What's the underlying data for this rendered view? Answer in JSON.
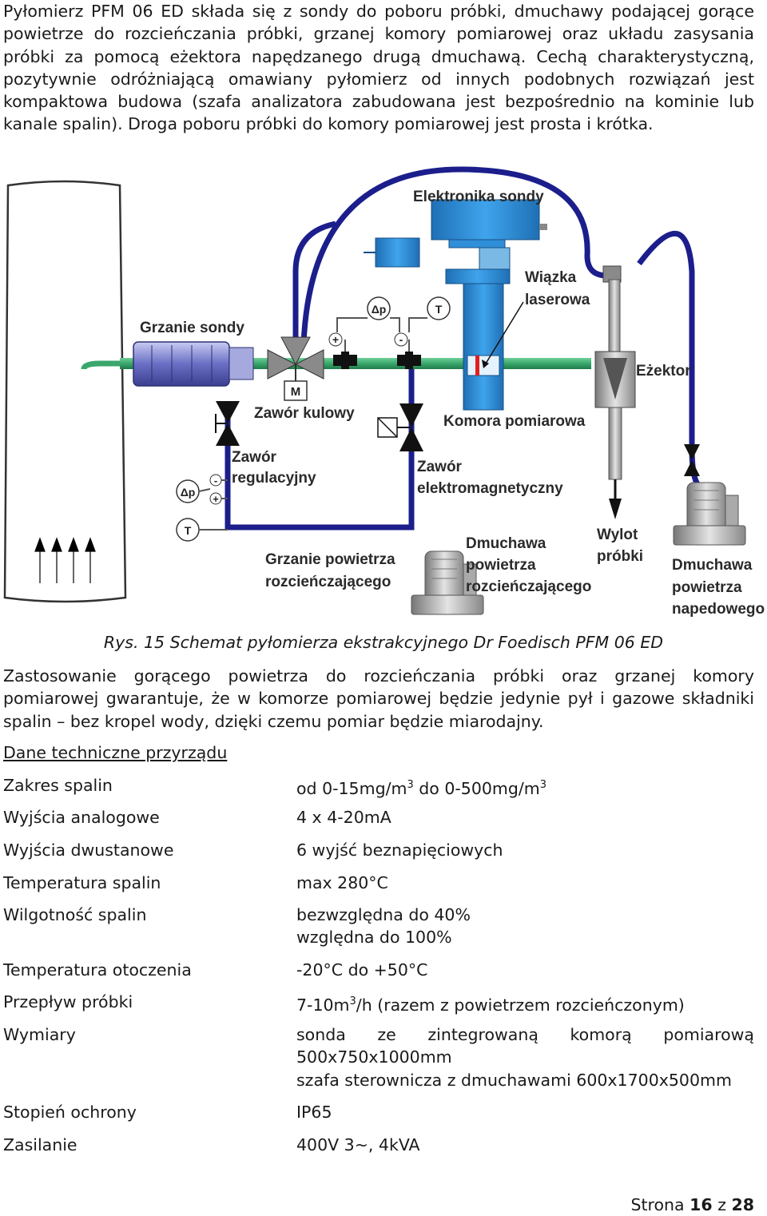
{
  "intro": {
    "paragraph": "Pyłomierz PFM 06 ED składa się z sondy do poboru próbki, dmuchawy podającej gorące powietrze do rozcieńczania próbki, grzanej komory pomiarowej oraz układu zasysania próbki za pomocą eżektora napędzanego drugą dmuchawą. Cechą charakterystyczną, pozytywnie odróżniającą omawiany pyłomierz od innych podobnych rozwiązań jest kompaktowa budowa (szafa analizatora zabudowana jest bezpośrednio na kominie lub kanale spalin). Droga poboru próbki do komory pomiarowej jest prosta i krótka."
  },
  "diagram": {
    "labels": {
      "elektronika": "Elektronika sondy",
      "wiazka_1": "Wiązka",
      "wiazka_2": "laserowa",
      "grzanie_sondy": "Grzanie sondy",
      "dp": "Δp",
      "t": "T",
      "m": "M",
      "plus": "+",
      "minus": "-",
      "ezektor": "Eżektor",
      "zawor_kulowy": "Zawór kulowy",
      "komora": "Komora pomiarowa",
      "zawor_reg_1": "Zawór",
      "zawor_reg_2": "regulacyjny",
      "zawor_em_1": "Zawór",
      "zawor_em_2": "elektromagnetyczny",
      "wylot_1": "Wylot",
      "wylot_2": "próbki",
      "grzanie_pow_1": "Grzanie powietrza",
      "grzanie_pow_2": "rozcieńczającego",
      "dmuchawa_roz_1": "Dmuchawa",
      "dmuchawa_roz_2": "powietrza",
      "dmuchawa_roz_3": "rozcieńczającego",
      "dmuchawa_nap_1": "Dmuchawa",
      "dmuchawa_nap_2": "powietrza",
      "dmuchawa_nap_3": "napedowego"
    },
    "colors": {
      "pipe_green": "#3aa76d",
      "pipe_navy": "#1c1e8c",
      "device_blue": "#2f8fd8",
      "heater_purple": "#6a6fc4",
      "laser_red": "#e02020",
      "valve_gray": "#8a8a8a"
    }
  },
  "caption": "Rys. 15 Schemat pyłomierza ekstrakcyjnego Dr Foedisch PFM 06 ED",
  "after": {
    "paragraph": "Zastosowanie gorącego powietrza do rozcieńczania próbki oraz grzanej komory pomiarowej gwarantuje, że w komorze pomiarowej będzie jedynie pył i gazowe składniki spalin – bez kropel wody, dzięki czemu pomiar będzie miarodajny."
  },
  "specs": {
    "heading": "Dane techniczne przyrządu",
    "rows": [
      {
        "label": "Zakres spalin",
        "v1_a": "od 0-15mg/m",
        "v1_sup": "3",
        "v1_b": " do 0-500mg/m",
        "v1_sup2": "3"
      },
      {
        "label": "Wyjścia analogowe",
        "value": "4 x 4-20mA"
      },
      {
        "label": "Wyjścia dwustanowe",
        "value": "6 wyjść beznapięciowych"
      },
      {
        "label": "Temperatura spalin",
        "value": "max 280°C"
      },
      {
        "label": "Wilgotność spalin",
        "value": "bezwzględna do 40%",
        "value2": "względna do 100%"
      },
      {
        "label": "Temperatura otoczenia",
        "value": "-20°C do +50°C"
      },
      {
        "label": "Przepływ próbki",
        "v_a": "7-10m",
        "v_sup": "3",
        "v_b": "/h (razem z powietrzem rozcieńczonym)"
      },
      {
        "label": "Wymiary",
        "w1": [
          "sonda",
          "ze",
          "zintegrowaną",
          "komorą",
          "pomiarową"
        ],
        "value2": "500x750x1000mm",
        "value3": "szafa sterownicza z dmuchawami 600x1700x500mm"
      },
      {
        "label": "Stopień ochrony",
        "value": "IP65"
      },
      {
        "label": "Zasilanie",
        "value": "400V 3~, 4kVA"
      }
    ]
  },
  "footer": {
    "prefix": "Strona ",
    "page": "16",
    "middle": " z ",
    "total": "28"
  }
}
